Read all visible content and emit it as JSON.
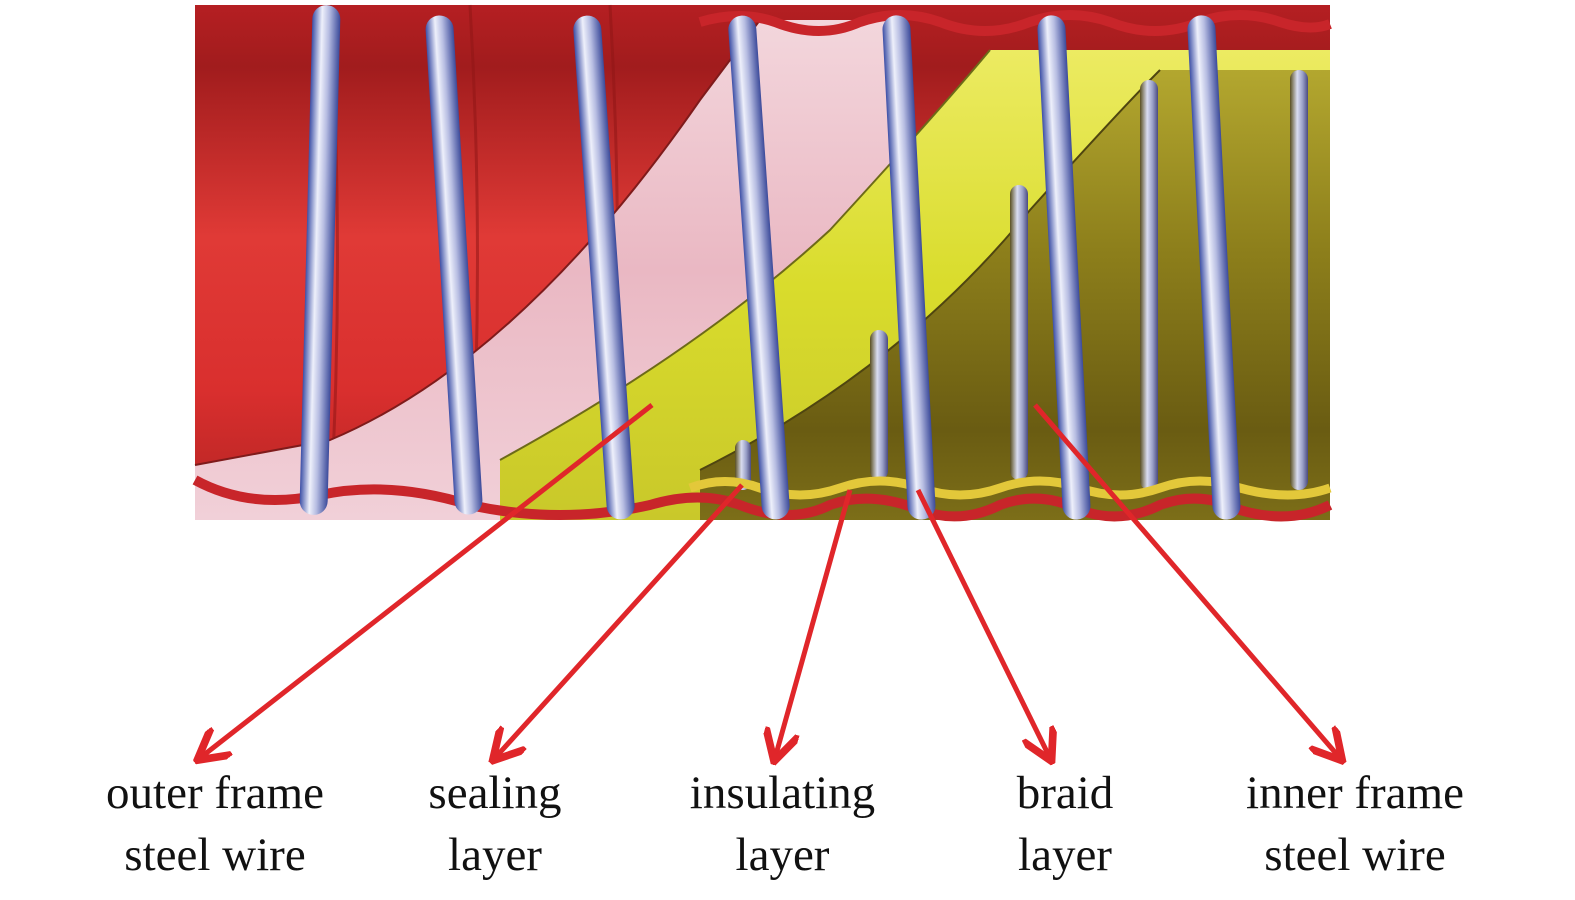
{
  "figure": {
    "labels": [
      {
        "id": "outer-frame-steel-wire",
        "lines": [
          "outer frame",
          "steel wire"
        ]
      },
      {
        "id": "sealing-layer",
        "lines": [
          "sealing",
          "layer"
        ]
      },
      {
        "id": "insulating-layer",
        "lines": [
          "insulating",
          "layer"
        ]
      },
      {
        "id": "braid-layer",
        "lines": [
          "braid",
          "layer"
        ]
      },
      {
        "id": "inner-frame-steel-wire",
        "lines": [
          "inner frame",
          "steel wire"
        ]
      }
    ]
  },
  "colors": {
    "outer_red": "#d42a2a",
    "dark_red": "#a81c1c",
    "pink": "#efc9d2",
    "sealing_yellow": "#e1e33a",
    "braid_olive": "#8a7c1c",
    "insulating_gold": "#e3c83a",
    "steel_wire": "#c9cfe6",
    "arrow_red": "#e0262a"
  }
}
